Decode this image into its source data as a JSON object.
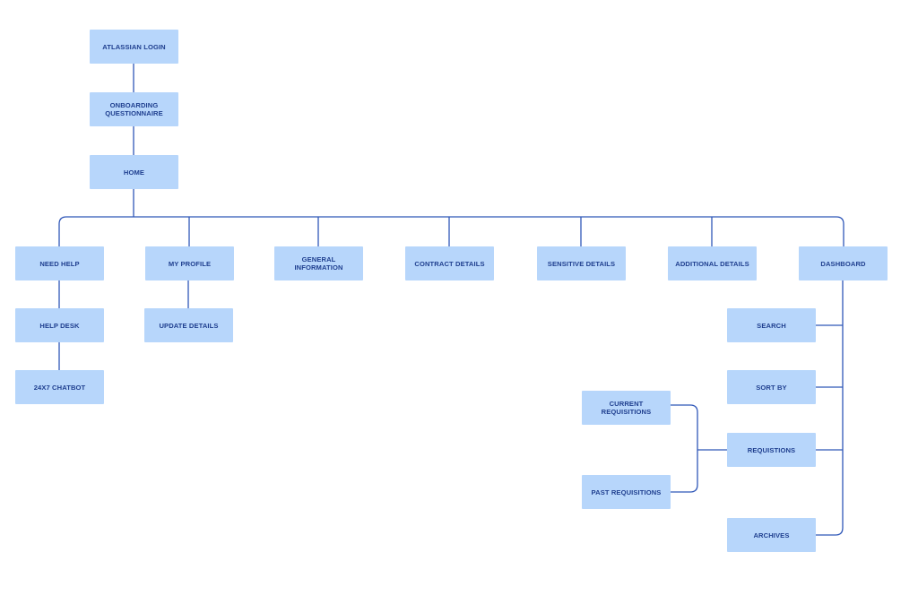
{
  "diagram": {
    "line_color": "#2f57b8",
    "node_color": "#b7d6fb",
    "text_color": "#1f3f8f",
    "nodes": {
      "atlassian_login": "ATLASSIAN LOGIN",
      "onboarding_questionnaire": "ONBOARDING QUESTIONNAIRE",
      "home": "HOME",
      "need_help": "NEED HELP",
      "help_desk": "HELP DESK",
      "chatbot": "24X7 CHATBOT",
      "my_profile": "MY PROFILE",
      "update_details": "UPDATE DETAILS",
      "general_information": "GENERAL INFORMATION",
      "contract_details": "CONTRACT DETAILS",
      "sensitive_details": "SENSITIVE DETAILS",
      "additional_details": "ADDITIONAL DETAILS",
      "dashboard": "DASHBOARD",
      "search": "SEARCH",
      "sort_by": "SORT BY",
      "requistions": "REQUISTIONS",
      "archives": "ARCHIVES",
      "current_requisitions": "CURRENT REQUISITIONS",
      "past_requisitions": "PAST REQUISITIONS"
    }
  }
}
